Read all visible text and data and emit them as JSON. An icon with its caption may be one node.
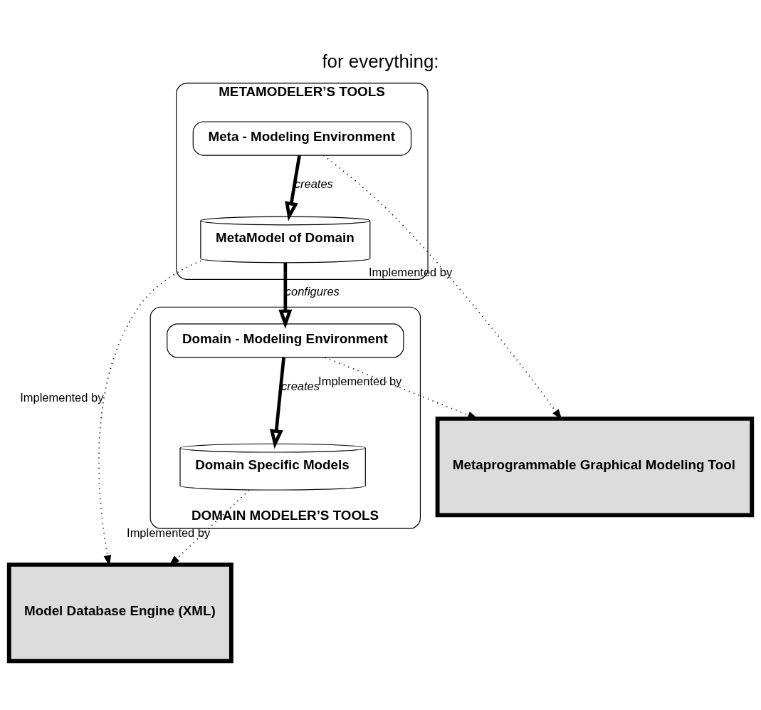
{
  "diagram": {
    "title": "for everything:",
    "nodes": [
      {
        "text": [
          "METAMODELER’S TOOLS"
        ]
      },
      {
        "text": [
          "Meta - Modeling Environment"
        ],
        "in": 0
      },
      {
        "text": [
          "MetaModel of Domain"
        ],
        "in": 0
      },
      {
        "text": [
          "Metaprogrammable Graphical Modeling Tool"
        ]
      },
      {
        "text": [
          "DOMAIN MODELER’S TOOLS"
        ]
      },
      {
        "text": [
          "Domain - Modeling Environment"
        ],
        "in": 4
      },
      {
        "text": [
          "Domain Specific Models"
        ],
        "in": 4
      },
      {
        "text": [
          "Model Database Engine (XML)"
        ]
      }
    ],
    "edges": [
      {
        "from": 1,
        "to": 3,
        "arrow": "to",
        "label": "Implemented by",
        "style": "dashed"
      },
      {
        "from": 1,
        "to": 2,
        "arrow": "to",
        "label": "creates",
        "style": "thick"
      },
      {
        "from": 2,
        "to": 5,
        "arrow": "to",
        "label": "configures",
        "style": "thick"
      },
      {
        "from": 5,
        "to": 3,
        "arrow": "to",
        "label": "Implemented by",
        "style": "dashed"
      },
      {
        "from": 5,
        "to": 6,
        "arrow": "to",
        "label": "creates",
        "style": "thick"
      },
      {
        "from": 2,
        "to": 7,
        "arrow": "to",
        "label": "Implemented by",
        "style": "dashed"
      },
      {
        "from": 6,
        "to": 7,
        "arrow": "to",
        "label": "Implemented by",
        "style": "dashed"
      }
    ]
  }
}
